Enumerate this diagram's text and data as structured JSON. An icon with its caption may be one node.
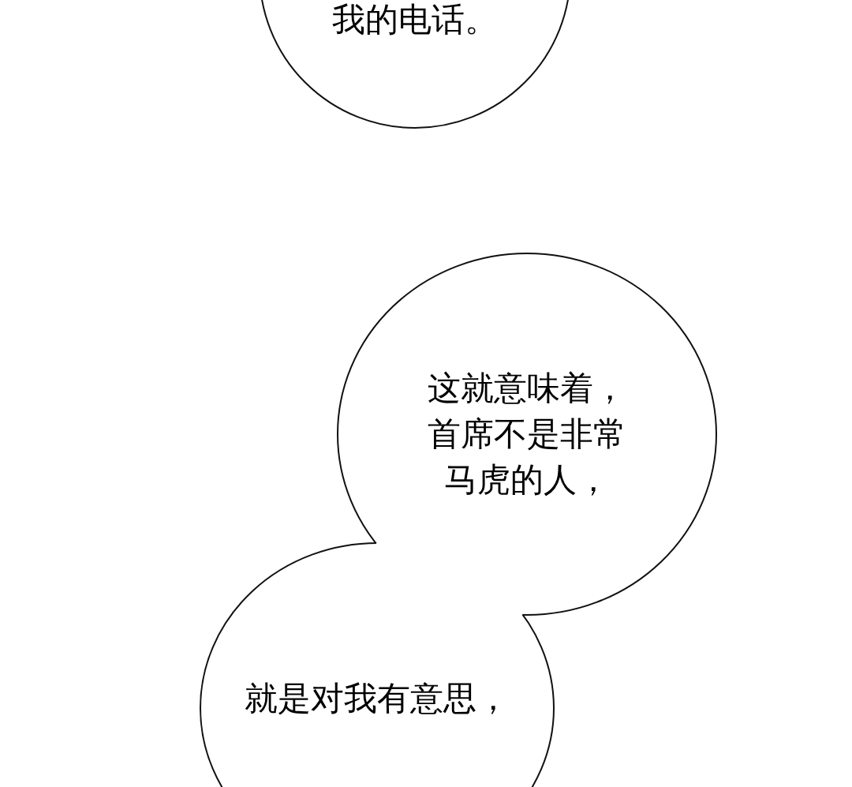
{
  "diagram": {
    "nodes": [
      {
        "text": [
          "我的电话。"
        ]
      },
      {
        "text": [
          "这就意味着，首席不是非常马虎的人，"
        ]
      },
      {
        "text": [
          "就是对我有意思，"
        ]
      }
    ]
  }
}
